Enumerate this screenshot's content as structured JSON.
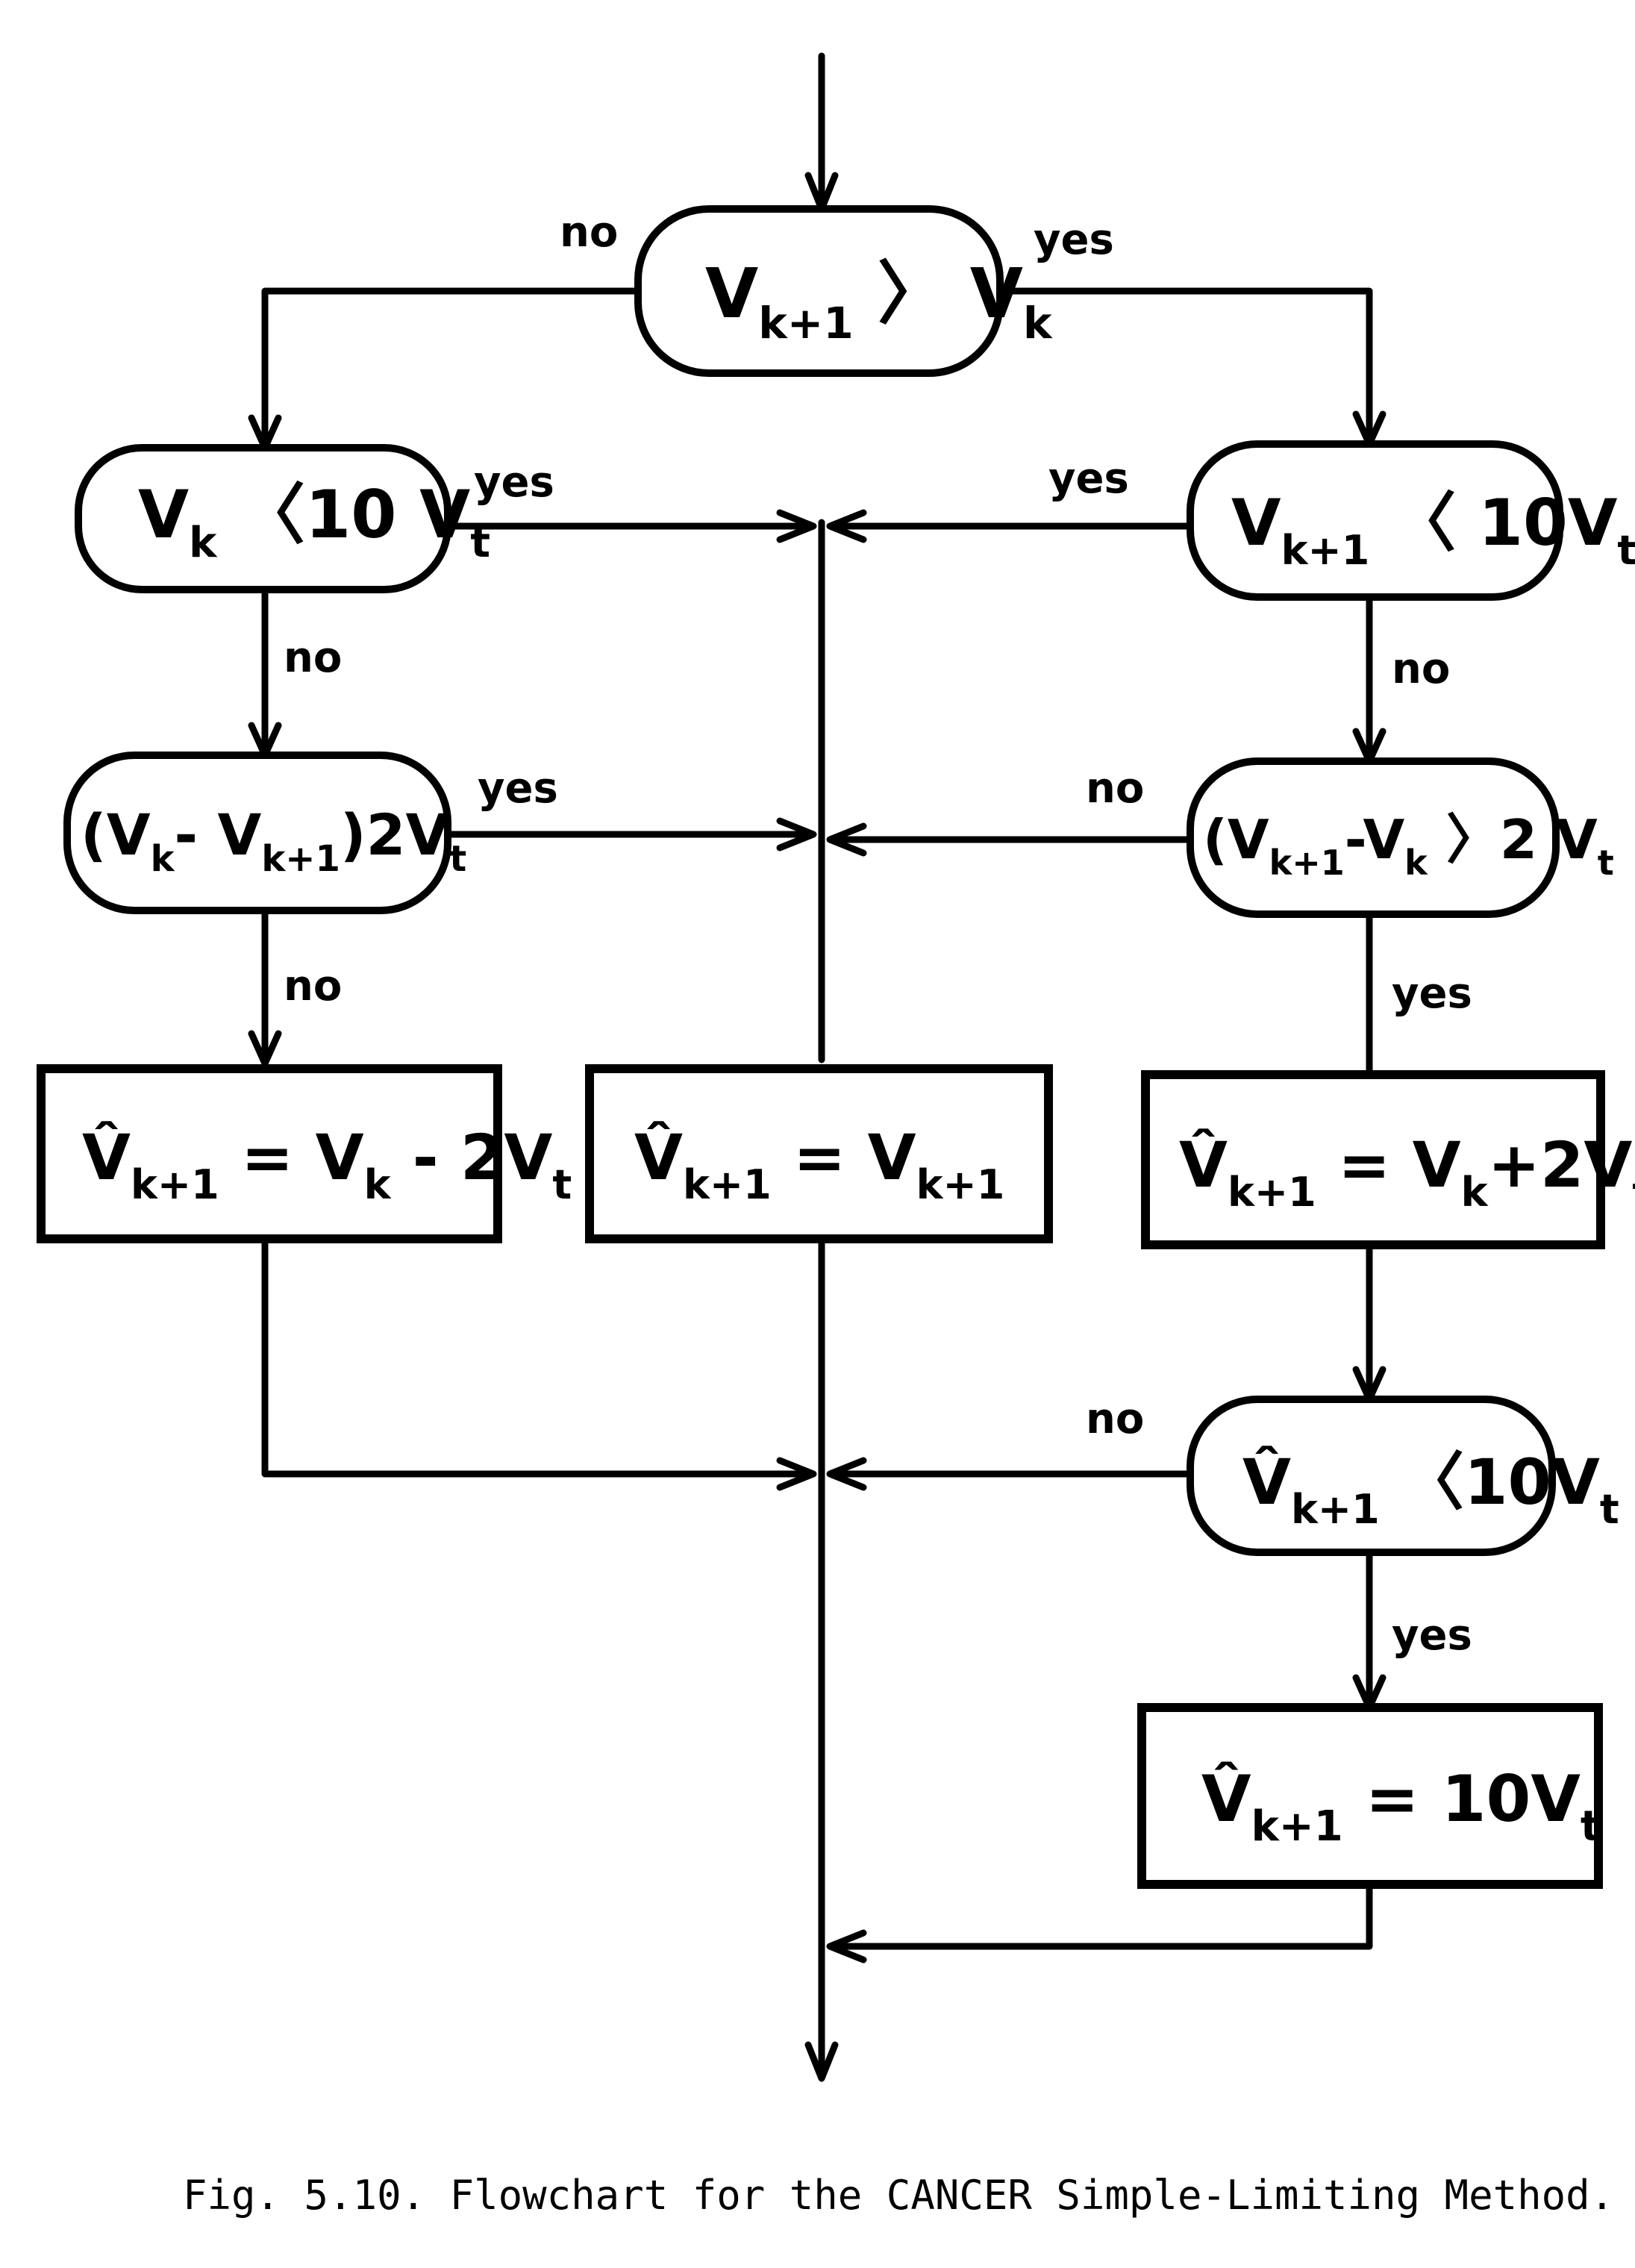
{
  "nodes": {
    "d1": {
      "main": "V",
      "sub": "k+1",
      "mid": " 〉 V",
      "sub2": "k"
    },
    "d2": {
      "main": "V",
      "sub": "k",
      "mid": " 〈10 V",
      "sub2": "t"
    },
    "d3": {
      "main": "V",
      "sub": "k+1",
      "mid": " 〈 10V",
      "sub2": "t"
    },
    "d4": {
      "main": "(V",
      "sub": "k",
      "mid": "- V",
      "sub2": "k+1",
      "tail": ")2V",
      "sub3": "t"
    },
    "d5": {
      "main": "(V",
      "sub": "k+1",
      "mid": "-V",
      "sub2": "k",
      "tail": " 〉2 V",
      "sub3": "t"
    },
    "b1": {
      "main": "V̂",
      "sub": "k+1",
      "mid": " = V",
      "sub2": "k",
      "tail": " - 2V",
      "sub3": "t"
    },
    "b2": {
      "main": "V̂",
      "sub": "k+1",
      "mid": " =   V",
      "sub2": "k+1"
    },
    "b3": {
      "main": "V̂",
      "sub": "k+1",
      "mid": " = V",
      "sub2": "k",
      "tail": "+2V",
      "sub3": "t"
    },
    "d6": {
      "main": "V̂",
      "sub": "k+1",
      "mid": " 〈10V",
      "sub2": "t"
    },
    "b4": {
      "main": "V̂",
      "sub": "k+1",
      "mid": " = 10V",
      "sub2": "t"
    }
  },
  "edge_labels": {
    "d1_no": "no",
    "d1_yes": "yes",
    "d2_yes": "yes",
    "d2_no": "no",
    "d3_yes": "yes",
    "d3_no": "no",
    "d4_yes": "yes",
    "d4_no": "no",
    "d5_no": "no",
    "d5_yes": "yes",
    "d6_no": "no",
    "d6_yes": "yes"
  },
  "caption": "Fig. 5.10.  Flowchart for the CANCER Simple-Limiting Method."
}
